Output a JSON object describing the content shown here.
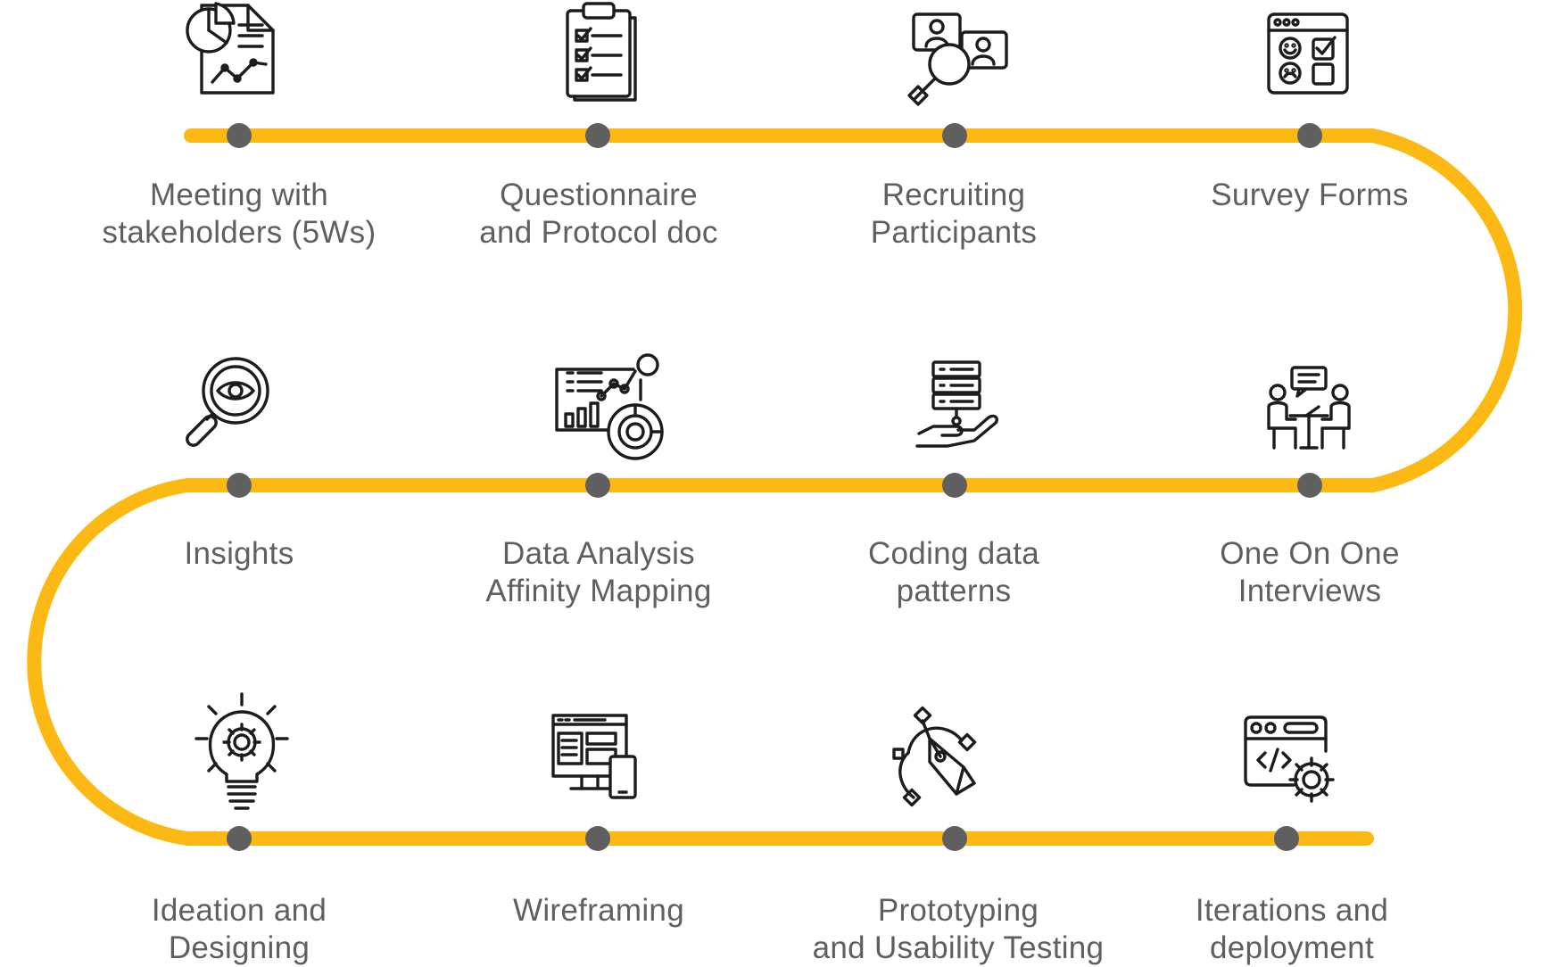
{
  "colors": {
    "track": "#FDB913",
    "dot": "#5F5F5F",
    "text": "#5F5F5F",
    "icon": "#1C1C1C"
  },
  "steps": [
    {
      "label": [
        "Meeting with",
        "stakeholders (5Ws)"
      ],
      "icon": "report-chart-icon"
    },
    {
      "label": [
        "Questionnaire",
        "and Protocol doc"
      ],
      "icon": "clipboard-checklist-icon"
    },
    {
      "label": [
        "Recruiting",
        "Participants"
      ],
      "icon": "recruit-search-icon"
    },
    {
      "label": [
        "Survey Forms"
      ],
      "icon": "survey-form-icon"
    },
    {
      "label": [
        "One On One",
        "Interviews"
      ],
      "icon": "interview-icon"
    },
    {
      "label": [
        "Coding data",
        "patterns"
      ],
      "icon": "database-hand-icon"
    },
    {
      "label": [
        "Data Analysis",
        "Affinity Mapping"
      ],
      "icon": "data-analysis-icon"
    },
    {
      "label": [
        "Insights"
      ],
      "icon": "insight-magnifier-icon"
    },
    {
      "label": [
        "Ideation and",
        "Designing"
      ],
      "icon": "idea-bulb-gear-icon"
    },
    {
      "label": [
        "Wireframing"
      ],
      "icon": "wireframe-devices-icon"
    },
    {
      "label": [
        "Prototyping",
        "and Usability Testing"
      ],
      "icon": "pen-tool-icon"
    },
    {
      "label": [
        "Iterations and",
        "deployment"
      ],
      "icon": "code-gear-icon"
    }
  ]
}
